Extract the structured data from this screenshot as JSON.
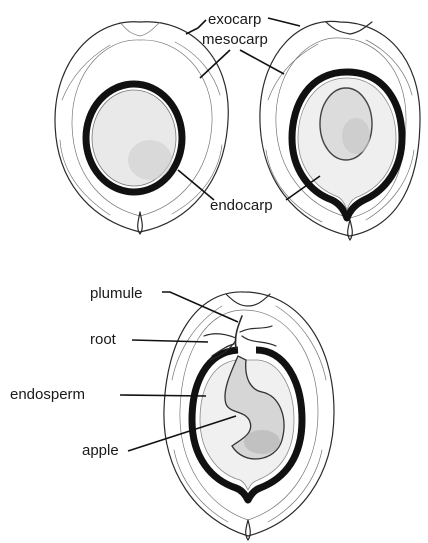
{
  "labels": {
    "exocarp": "exocarp",
    "mesocarp": "mesocarp",
    "endocarp": "endocarp",
    "plumule": "plumule",
    "root": "root",
    "endosperm": "endosperm",
    "apple": "apple"
  },
  "colors": {
    "ink": "#111111",
    "background": "#ffffff"
  }
}
